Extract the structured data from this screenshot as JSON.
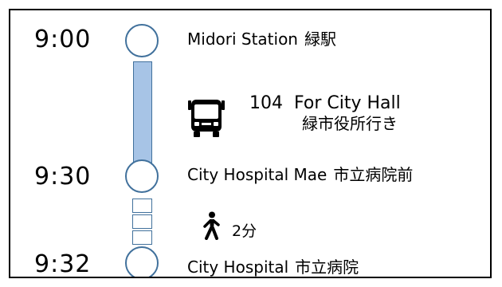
{
  "stops": [
    {
      "time": "9:00",
      "name_en": "Midori Station",
      "name_ja": "緑駅"
    },
    {
      "time": "9:30",
      "name_en": "City Hospital Mae",
      "name_ja": "市立病院前"
    },
    {
      "time": "9:32",
      "name_en": "City Hospital",
      "name_ja": "市立病院"
    }
  ],
  "bus_leg": {
    "icon": "bus-icon",
    "route_number": "104",
    "destination_en": "For City Hall",
    "destination_ja": "緑市役所行き",
    "bar_color": "#a7c4e6"
  },
  "walk_leg": {
    "icon": "walking-person-icon",
    "duration": "2分"
  },
  "colors": {
    "timeline_outline": "#41719c",
    "bus_segment_fill": "#a7c4e6"
  }
}
